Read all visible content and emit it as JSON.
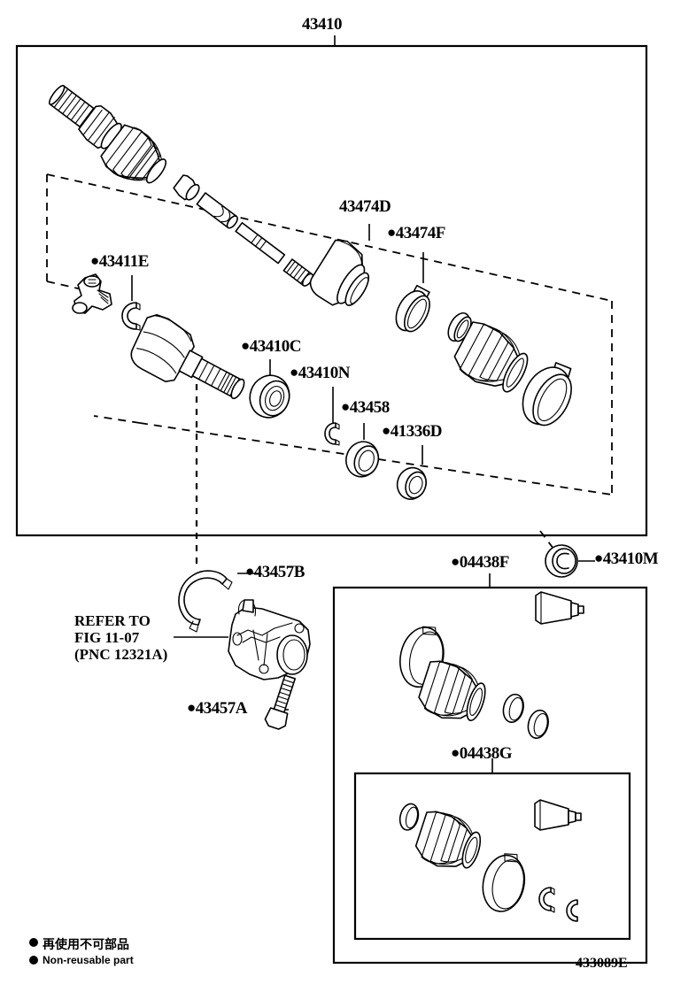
{
  "diagram": {
    "id": "433089E",
    "title": "43410",
    "type": "parts-illustration",
    "legend": {
      "bullet": "●",
      "japanese": "再使用不可部品",
      "english": "Non-reusable part"
    },
    "reference_note": {
      "line1": "REFER TO",
      "line2": "FIG 11-07",
      "line3": "(PNC 12321A)"
    },
    "callouts": [
      {
        "key": "c43410",
        "text": "43410",
        "dot": false
      },
      {
        "key": "c43474D",
        "text": "43474D",
        "dot": false
      },
      {
        "key": "c43474F",
        "text": "43474F",
        "dot": true
      },
      {
        "key": "c43411E",
        "text": "43411E",
        "dot": true
      },
      {
        "key": "c43410C",
        "text": "43410C",
        "dot": true
      },
      {
        "key": "c43410N",
        "text": "43410N",
        "dot": true
      },
      {
        "key": "c43458",
        "text": "43458",
        "dot": true
      },
      {
        "key": "c41336D",
        "text": "41336D",
        "dot": true
      },
      {
        "key": "c43457B",
        "text": "43457B",
        "dot": true
      },
      {
        "key": "c43457A",
        "text": "43457A",
        "dot": true
      },
      {
        "key": "c04438F",
        "text": "04438F",
        "dot": true
      },
      {
        "key": "c43410M",
        "text": "43410M",
        "dot": true
      },
      {
        "key": "c04438G",
        "text": "04438G",
        "dot": true
      }
    ],
    "colors": {
      "line": "#000000",
      "background": "#ffffff"
    }
  }
}
